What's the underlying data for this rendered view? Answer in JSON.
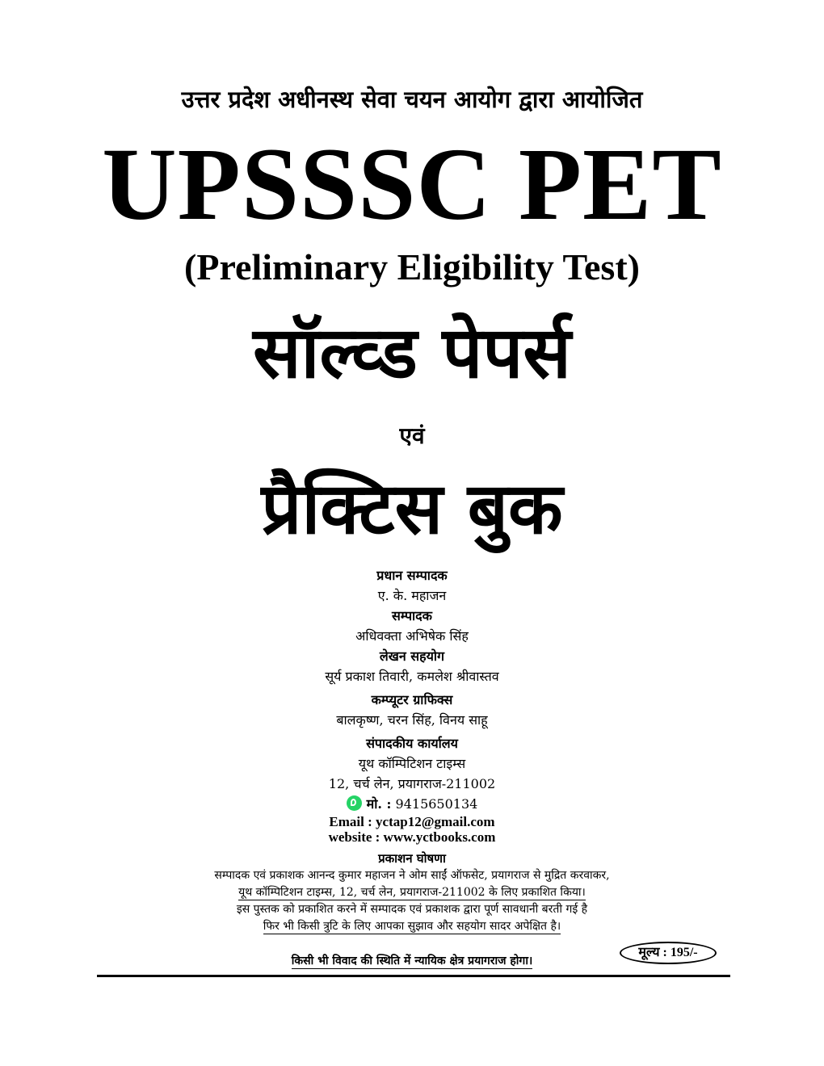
{
  "header": {
    "organizer": "उत्तर प्रदेश अधीनस्थ सेवा चयन आयोग द्वारा आयोजित",
    "title": "UPSSSC PET",
    "subtitle": "(Preliminary Eligibility Test)",
    "solved_papers": "सॉल्व्ड पेपर्स",
    "and": "एवं",
    "practice_book": "प्रैक्टिस बुक"
  },
  "credits": {
    "chief_editor_label": "प्रधान सम्पादक",
    "chief_editor": "ए. के. महाजन",
    "editor_label": "सम्पादक",
    "editor": "अधिवक्ता अभिषेक सिंह",
    "writing_label": "लेखन सहयोग",
    "writing": "सूर्य प्रकाश तिवारी, कमलेश श्रीवास्तव",
    "graphics_label": "कम्प्यूटर ग्राफिक्स",
    "graphics": "बालकृष्ण, चरन सिंह, विनय साहू",
    "office_label": "संपादकीय कार्यालय",
    "office_name": "यूथ कॉम्पिटिशन टाइम्स",
    "office_address": "12, चर्च लेन, प्रयागराज-211002"
  },
  "contact": {
    "mobile_label": "मो. :",
    "mobile": "9415650134",
    "email": "Email : yctap12@gmail.com",
    "website": "website : www.yctbooks.com"
  },
  "publication": {
    "heading": "प्रकाशन घोषणा",
    "line1": "सम्पादक एवं प्रकाशक आनन्द कुमार महाजन ने ओम साईं ऑफसेट, प्रयागराज से मुद्रित करवाकर,",
    "line2": "यूथ कॉम्पिटिशन टाइम्स, 12, चर्च लेन, प्रयागराज-211002 के लिए प्रकाशित किया।",
    "line3": "इस पुस्तक को प्रकाशित करने में सम्पादक एवं प्रकाशक द्वारा पूर्ण सावधानी बरती गई है",
    "line4": "फिर भी किसी त्रुटि के लिए आपका सुझाव और सहयोग सादर अपेक्षित है।",
    "dispute": "किसी भी विवाद की स्थिति में न्यायिक क्षेत्र प्रयागराज होगा।",
    "price": "मूल्य : 195/-"
  },
  "colors": {
    "whatsapp": "#25d366",
    "text": "#000000",
    "background": "#ffffff"
  },
  "icons": {
    "whatsapp": "whatsapp-icon"
  }
}
